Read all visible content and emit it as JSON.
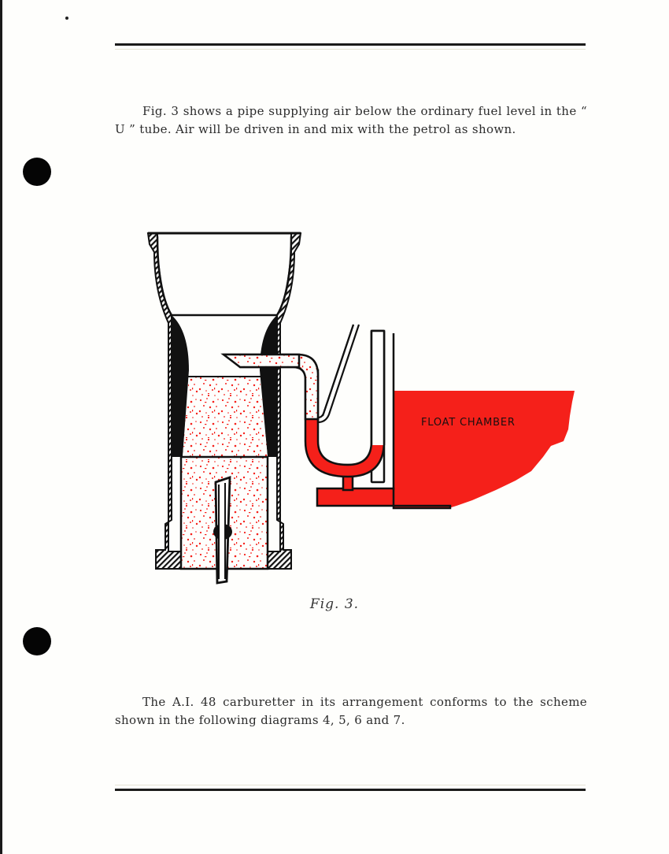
{
  "page": {
    "paragraph_1": "Fig. 3 shows a pipe supplying air below the ordinary fuel level in the “ U ” tube.  Air will be driven in and mix with the petrol as shown.",
    "figure": {
      "caption": "Fig. 3.",
      "labels": {
        "float_chamber": "FLOAT CHAMBER"
      },
      "colors": {
        "fuel": "#f5201a",
        "ink": "#111111",
        "paper": "#fefefc"
      }
    },
    "paragraph_2": "The A.I. 48 carburetter in its arrangement conforms to the scheme shown in the following diagrams 4, 5, 6 and 7."
  }
}
